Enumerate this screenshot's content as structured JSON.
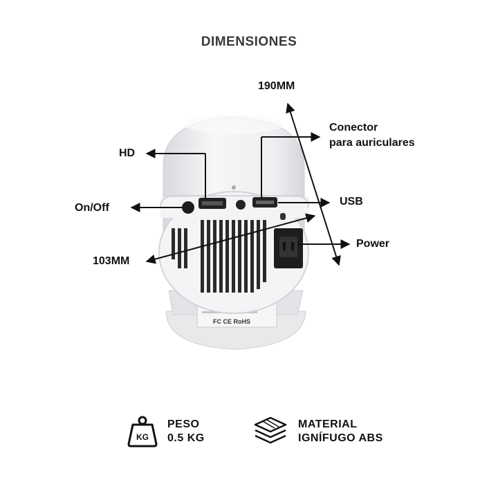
{
  "page": {
    "title": "DIMENSIONES"
  },
  "labels": {
    "length": "190MM",
    "width": "103MM",
    "hd": "HD",
    "onoff": "On/Off",
    "headphone_line1": "Conector",
    "headphone_line2": "para auriculares",
    "usb": "USB",
    "power": "Power"
  },
  "device": {
    "certification_text": "FC CE RoHS"
  },
  "features": [
    {
      "icon": "weight-kg-icon",
      "icon_text": "KG",
      "line1": "PESO",
      "line2": "0.5 KG"
    },
    {
      "icon": "layers-icon",
      "line1": "MATERIAL",
      "line2": "IGNÍFUGO ABS"
    }
  ],
  "colors": {
    "device_body": "#f3f3f5",
    "vent": "#2b2b2b",
    "text": "#111111"
  }
}
